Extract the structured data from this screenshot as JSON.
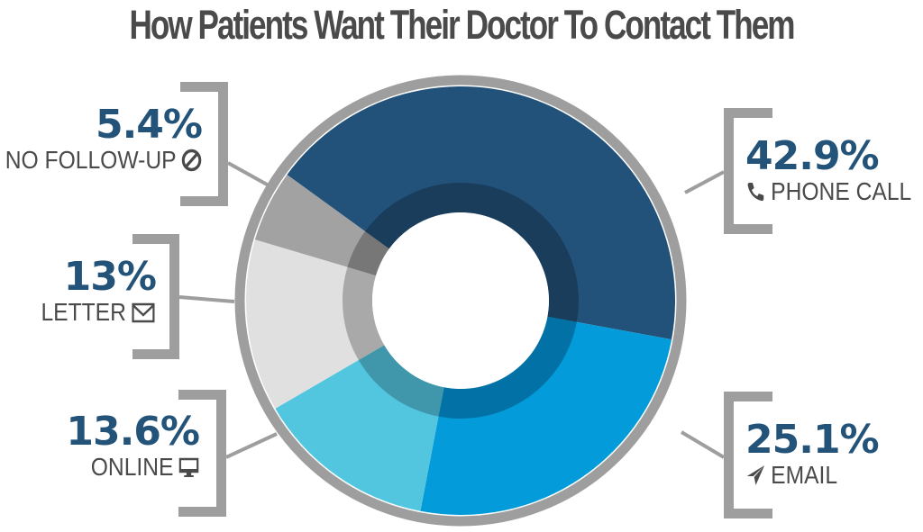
{
  "title": "How Patients Want Their Doctor To Contact Them",
  "colors": {
    "title": "#4a4a4a",
    "percent_text": "#235379",
    "label_text": "#4a4a4a",
    "bracket": "#9e9e9e",
    "outer_ring": "#9e9e9e"
  },
  "labels": {
    "no_follow_up": {
      "percent": "5.4%",
      "label": "NO FOLLOW-UP",
      "icon": "no-entry-icon"
    },
    "letter": {
      "percent": "13%",
      "label": "LETTER",
      "icon": "envelope-icon"
    },
    "online": {
      "percent": "13.6%",
      "label": "ONLINE",
      "icon": "monitor-icon"
    },
    "phone_call": {
      "percent": "42.9%",
      "label": "PHONE CALL",
      "icon": "phone-icon"
    },
    "email": {
      "percent": "25.1%",
      "label": "EMAIL",
      "icon": "paper-plane-icon"
    }
  },
  "chart_data": {
    "type": "pie",
    "subtype": "donut",
    "title": "How Patients Want Their Doctor To Contact Them",
    "start_angle_deg": 306,
    "direction": "clockwise",
    "categories": [
      "Phone Call",
      "Email",
      "Online",
      "Letter",
      "No Follow-Up"
    ],
    "values": [
      42.9,
      25.1,
      13.6,
      13.0,
      5.4
    ],
    "unit": "%",
    "slice_colors": [
      "#22527a",
      "#039bd9",
      "#52c5df",
      "#e0e0e0",
      "#a2a2a2"
    ],
    "inner_band_colors": [
      "#1b3d5c",
      "#0272a6",
      "#4097ab",
      "#a9a9a9",
      "#777777"
    ],
    "legend": "callout labels with brackets"
  }
}
